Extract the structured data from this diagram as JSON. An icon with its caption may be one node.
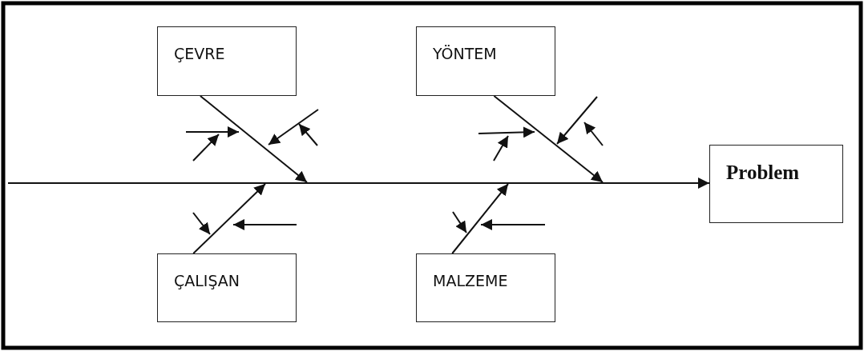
{
  "diagram": {
    "nodes": [
      {
        "text": [
          "ÇEVRE"
        ]
      },
      {
        "text": [
          "YÖNTEM"
        ]
      },
      {
        "text": [
          "Problem"
        ]
      },
      {
        "text": [
          "ÇALIŞAN"
        ]
      },
      {
        "text": [
          "MALZEME"
        ]
      }
    ],
    "edges": [
      {
        "from": null,
        "to": 2,
        "arrow": "to"
      },
      {
        "from": 0,
        "to": null,
        "arrow": "to"
      },
      {
        "from": 1,
        "to": null,
        "arrow": "to"
      },
      {
        "from": 3,
        "to": null,
        "arrow": "to"
      },
      {
        "from": 4,
        "to": null,
        "arrow": "to"
      }
    ]
  }
}
